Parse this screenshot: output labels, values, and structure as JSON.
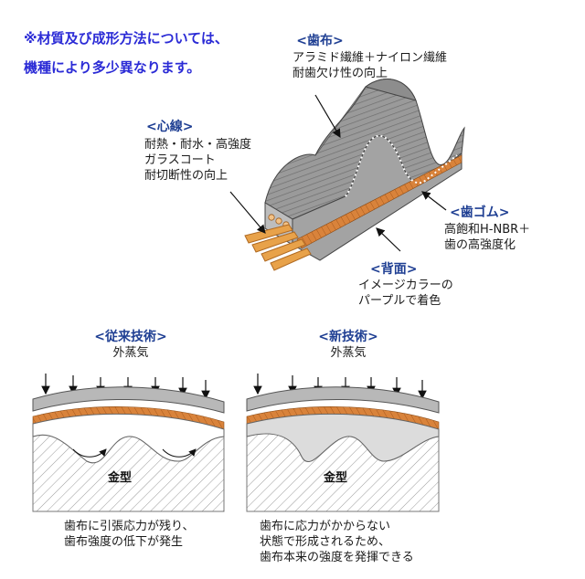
{
  "note": {
    "line1": "※材質及び成形方法については、",
    "line2": "機種により多少異なります。"
  },
  "tooth_cloth": {
    "heading": "<歯布>",
    "lines": [
      "アラミド繊維＋ナイロン繊維",
      "耐歯欠け性の向上"
    ]
  },
  "core_cord": {
    "heading": "<心線>",
    "lines": [
      "耐熱・耐水・高強度",
      "ガラスコート",
      "耐切断性の向上"
    ]
  },
  "tooth_rubber": {
    "heading": "<歯ゴム>",
    "lines": [
      "高飽和H-NBR＋",
      "歯の高強度化"
    ]
  },
  "back_surface": {
    "heading": "<背面>",
    "lines": [
      "イメージカラーの",
      "パープルで着色"
    ]
  },
  "conventional": {
    "heading": "<従来技術>",
    "steam_label": "外蒸気",
    "mold_label": "金型",
    "caption": [
      "歯布に引張応力が残り、",
      "歯布強度の低下が発生"
    ]
  },
  "new_tech": {
    "heading": "<新技術>",
    "steam_label": "外蒸気",
    "mold_label": "金型",
    "caption": [
      "歯布に応力がかからない",
      "状態で形成されるため、",
      "歯布本来の強度を発揮できる"
    ]
  },
  "colors": {
    "heading_blue": "#1f3f93",
    "note_blue": "#2b2bd6",
    "cord_orange": "#e8a24a",
    "belt_gray": "#8c8c8c",
    "rubber_band": "#c8722d"
  }
}
